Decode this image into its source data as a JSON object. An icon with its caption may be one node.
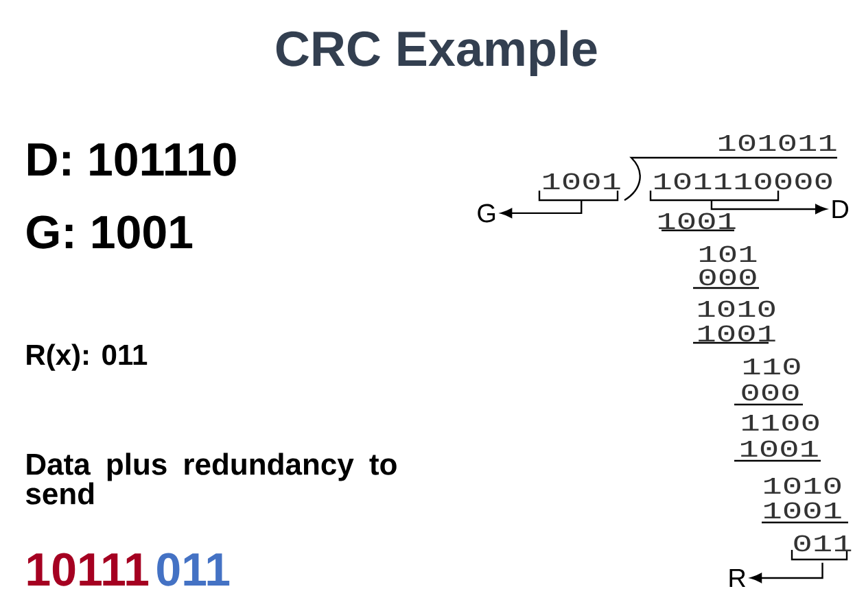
{
  "diagram": {
    "title": "CRC Example",
    "nodes": [
      {
        "text": [
          "1001"
        ]
      },
      {
        "text": [
          "101110000"
        ]
      },
      {
        "text": [
          "G"
        ]
      },
      {
        "text": [
          "D"
        ]
      },
      {
        "text": [
          "011"
        ]
      },
      {
        "text": [
          "R"
        ]
      }
    ],
    "edges": [
      {
        "from": 0,
        "to": 2,
        "arrow": "to"
      },
      {
        "from": 1,
        "to": 3,
        "arrow": "to"
      },
      {
        "from": 4,
        "to": 5,
        "arrow": "to"
      }
    ],
    "labels": [
      "D: 101110",
      "G: 1001",
      "R(x): 011",
      "Data plus redundancy to send",
      "10111",
      "011",
      "101011",
      "1001",
      "101",
      "000",
      "1010",
      "1001",
      "110",
      "000",
      "1100",
      "1001",
      "1010",
      "1001"
    ]
  }
}
